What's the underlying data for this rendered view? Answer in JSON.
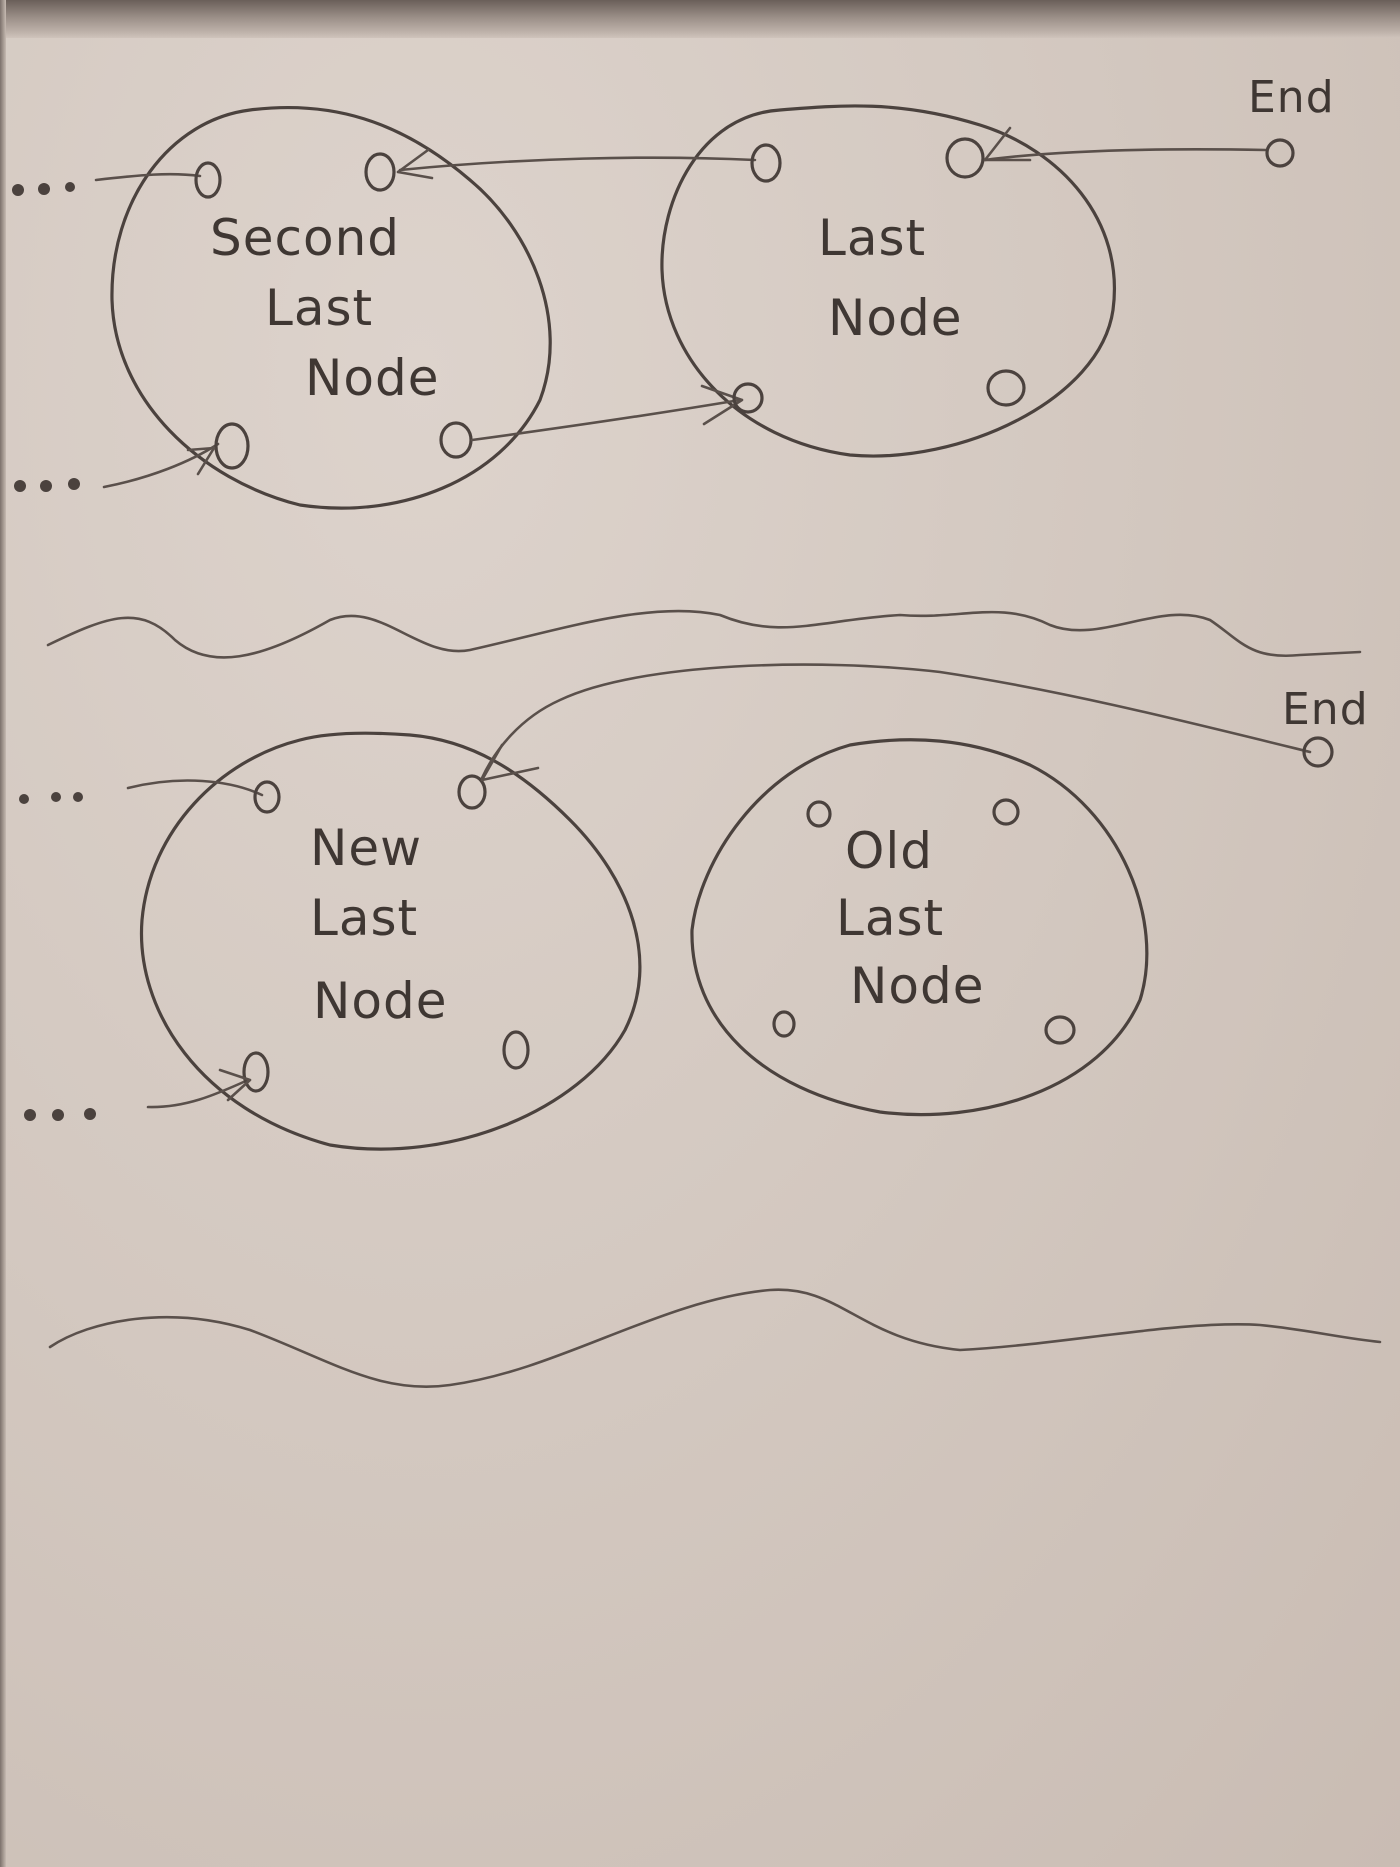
{
  "panels": {
    "before": {
      "node_left_label": [
        "Second",
        "Last",
        "Node"
      ],
      "node_right_label": [
        "Last",
        "Node"
      ],
      "end_label": "End",
      "ellipsis_top": "...",
      "ellipsis_bottom": "..."
    },
    "after": {
      "node_left_label": [
        "New",
        "Last",
        "Node"
      ],
      "node_right_label": [
        "Old",
        "Last",
        "Node"
      ],
      "end_label": "End",
      "ellipsis_top": "...",
      "ellipsis_bottom": "..."
    }
  },
  "colors": {
    "ink": "#4b423e",
    "board": "#d4c9c1"
  }
}
